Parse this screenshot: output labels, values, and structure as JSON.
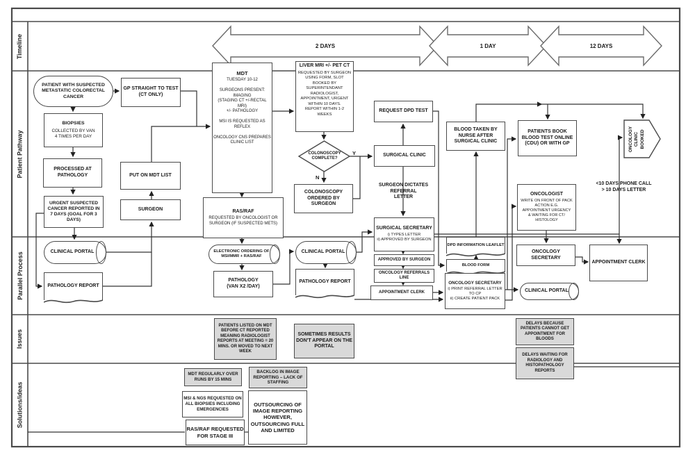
{
  "lanes": {
    "l0": "Timeline",
    "l1": "Patient Pathway",
    "l2": "Parallel Process",
    "l3": "Issues",
    "l4": "Solutions/ideas"
  },
  "timeline": {
    "a1": "2 DAYS",
    "a2": "1 DAY",
    "a3": "12 DAYS"
  },
  "branches": {
    "yes": "Y",
    "no": "N"
  },
  "colors": {
    "box_border": "#4a4a4a",
    "issue_fill": "#d9d9d9",
    "line": "#333333"
  },
  "nodes": {
    "patient": {
      "t": "PATIENT WITH SUSPECTED METASTATIC COLORECTAL CANCER"
    },
    "gp": {
      "t": "GP STRAIGHT TO TEST\n(CT ONLY)"
    },
    "biopsies": {
      "t": "BIOPSIES",
      "b": "COLLECTED BY VAN\n4 TIMES PER DAY"
    },
    "processed": {
      "t": "PROCESSED AT PATHOLOGY"
    },
    "urgent": {
      "t": "URGENT SUSPECTED CANCER REPORTED IN 7 DAYS (GOAL FOR 3 DAYS)"
    },
    "put_mdt": {
      "t": "PUT ON MDT LIST"
    },
    "surgeon": {
      "t": "SURGEON"
    },
    "mdt": {
      "t": "MDT",
      "b": "TUESDAY 10-12\n\nSURGEONS PRESENT:\nIMAGING\n(STAGING CT +/-RECTAL\nMRI)\n+/- PATHOLOGY\n\nMSI IS REQUESTED AS\nREFLEX\n\nONCOLOGY CNS PREPARES\nCLINIC LIST"
    },
    "liver": {
      "t": "LIVER MRI +/- PET CT",
      "b": "REQUESTED BY SURGEON\nUSING FORM, SLOT\nBOOKED BY\nSUPERINTENDANT\nRADIOLOGIST,\nAPPOINTMENT, URGENT\nWITHIN 10 DAYS.\nREPORT WITHIN 1-2\nWEEKS"
    },
    "colonoscopy_q": {
      "t": "COLONOSCOPY COMPLETE?"
    },
    "colonoscopy_order": {
      "t": "COLONOSCOPY ORDERED BY SURGEON"
    },
    "request_dpd": {
      "t": "REQUEST DPD TEST"
    },
    "surgical_clinic": {
      "t": "SURGICAL CLINIC"
    },
    "dictates": {
      "t": "SURGEON DICTATES\nREFERRAL\nLETTER"
    },
    "surgical_secretary": {
      "t": "SURGICAL SECRETARY",
      "b": "i) TYPES LETTER\nii) APPROVED BY SURGEON"
    },
    "approved": {
      "t": "APPROVED BY SURGEON"
    },
    "referrals_line": {
      "t": "ONCOLOGY REFERRALS LINE"
    },
    "appointment_clerk_1": {
      "t": "APPOINTMENT CLERK"
    },
    "blood_taken": {
      "t": "BLOOD TAKEN BY NURSE AFTER SURGICAL CLINIC"
    },
    "patients_book": {
      "t": "PATIENTS BOOK BLOOD TEST ONLINE (CDU) OR WITH GP"
    },
    "oncologist": {
      "t": "ONCOLOGIST",
      "b": "WRITE ON FRONT OF PACK\nACTION E.G.\nAPPOINTMENT URGENCY\n& WAITING FOR CT/\nHISTOLOGY"
    },
    "clinic_booked": {
      "t": "ONCOLOGY\nCLINIC\nBOOKED"
    },
    "phone": {
      "t": "<10 DAYS PHONE CALL\n> 10 DAYS LETTER"
    },
    "clinical_portal_1": {
      "t": "CLINICAL PORTAL"
    },
    "pathology_report_1": {
      "t": "PATHOLOGY REPORT"
    },
    "rasraf": {
      "t": "RAS/RAF",
      "b": "REQUESTED BY ONCOLOGIST OR SURGEON (IF SUSPECTED METS)"
    },
    "electronic_ordering": {
      "t": "ELECTRONIC ORDERING OF MSI/MMR + RAS/RAF"
    },
    "pathology_van": {
      "t": "PATHOLOGY\n(VAN X2 /DAY)"
    },
    "clinical_portal_2": {
      "t": "CLINICAL PORTAL"
    },
    "pathology_report_2": {
      "t": "PATHOLOGY REPORT"
    },
    "dpd_leaflet": {
      "t": "DPD INFORMATION LEAFLET"
    },
    "blood_form": {
      "t": "BLOOD FORM"
    },
    "oncology_secretary_1": {
      "t": "ONCOLOGY SECRETARY",
      "b": "i) PRINT REFERRAL LETTER\nTO CP\nii) CREATE PATIENT PACK"
    },
    "oncology_secretary_2": {
      "t": "ONCOLOGY SECRETARY"
    },
    "appointment_clerk_2": {
      "t": "APPOINTMENT CLERK"
    },
    "clinical_portal_3": {
      "t": "CLINICAL PORTAL"
    },
    "issue_mdt_listed": {
      "t": "PATIENTS LISTED ON MDT BEFORE CT REPORTED MEANING RADIOLOGIST REPORTS AT MEETING = 20 MINS. OR MOVED TO NEXT WEEK"
    },
    "issue_portal": {
      "t": "SOMETIMES RESULTS DON'T APPEAR ON THE PORTAL"
    },
    "issue_bloods": {
      "t": "DELAYS BECAUSE PATIENTS CANNOT GET APPOINTMENT FOR BLOODS"
    },
    "issue_delays": {
      "t": "DELAYS WAITING FOR RADIOLOGY AND HISTOPATHOLOGY REPORTS"
    },
    "sol_mdt_overrun": {
      "t": "MDT REGULARLY OVER RUNS BY 15 MINS"
    },
    "sol_backlog": {
      "t": "BACKLOG IN IMAGE REPORTING – LACK OF STAFFING"
    },
    "sol_msi_ngs": {
      "t": "MSI & NGS REQUESTED ON ALL BIOPSIES INCLUDING EMERGENCIES"
    },
    "sol_rasraf": {
      "t": "RAS/RAF REQUESTED FOR STAGE III"
    },
    "sol_outsourcing": {
      "t": "OUTSOURCING OF IMAGE REPORTING HOWEVER, OUTSOURCING FULL AND LIMITED"
    }
  }
}
